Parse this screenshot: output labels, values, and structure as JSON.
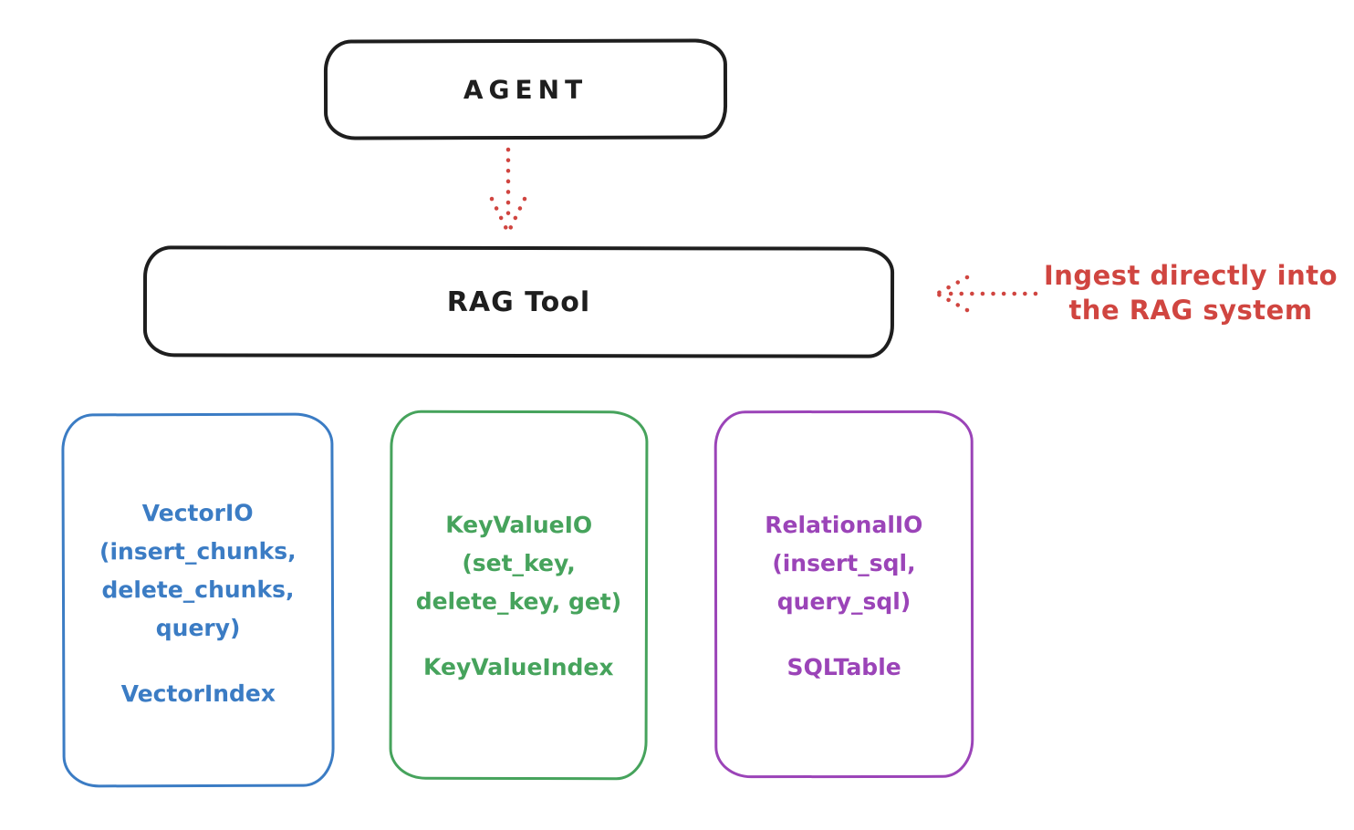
{
  "colors": {
    "black": "#1e1e1e",
    "red": "#d04540",
    "blue": "#3b7cc4",
    "green": "#46a35c",
    "purple": "#9b44b8",
    "background": "#ffffff"
  },
  "nodes": {
    "agent": {
      "label": "AGENT"
    },
    "rag_tool": {
      "label": "RAG Tool"
    }
  },
  "annotation": {
    "lines": [
      "Ingest directly into",
      "the RAG system"
    ]
  },
  "arrows": [
    {
      "name": "agent-to-rag-tool",
      "style": "dotted",
      "direction": "down"
    },
    {
      "name": "ingest-annotation-to-rag-tool",
      "style": "dotted",
      "direction": "left"
    }
  ],
  "backends": [
    {
      "name": "VectorIO",
      "color": "#3b7cc4",
      "lines": [
        "VectorIO",
        "(insert_chunks,",
        "delete_chunks,",
        "query)"
      ],
      "index_label": "VectorIndex"
    },
    {
      "name": "KeyValueIO",
      "color": "#46a35c",
      "lines": [
        "KeyValueIO",
        "(set_key,",
        "delete_key, get)"
      ],
      "index_label": "KeyValueIndex"
    },
    {
      "name": "RelationalIO",
      "color": "#9b44b8",
      "lines": [
        "RelationalIO",
        "(insert_sql,",
        "query_sql)"
      ],
      "index_label": "SQLTable"
    }
  ]
}
